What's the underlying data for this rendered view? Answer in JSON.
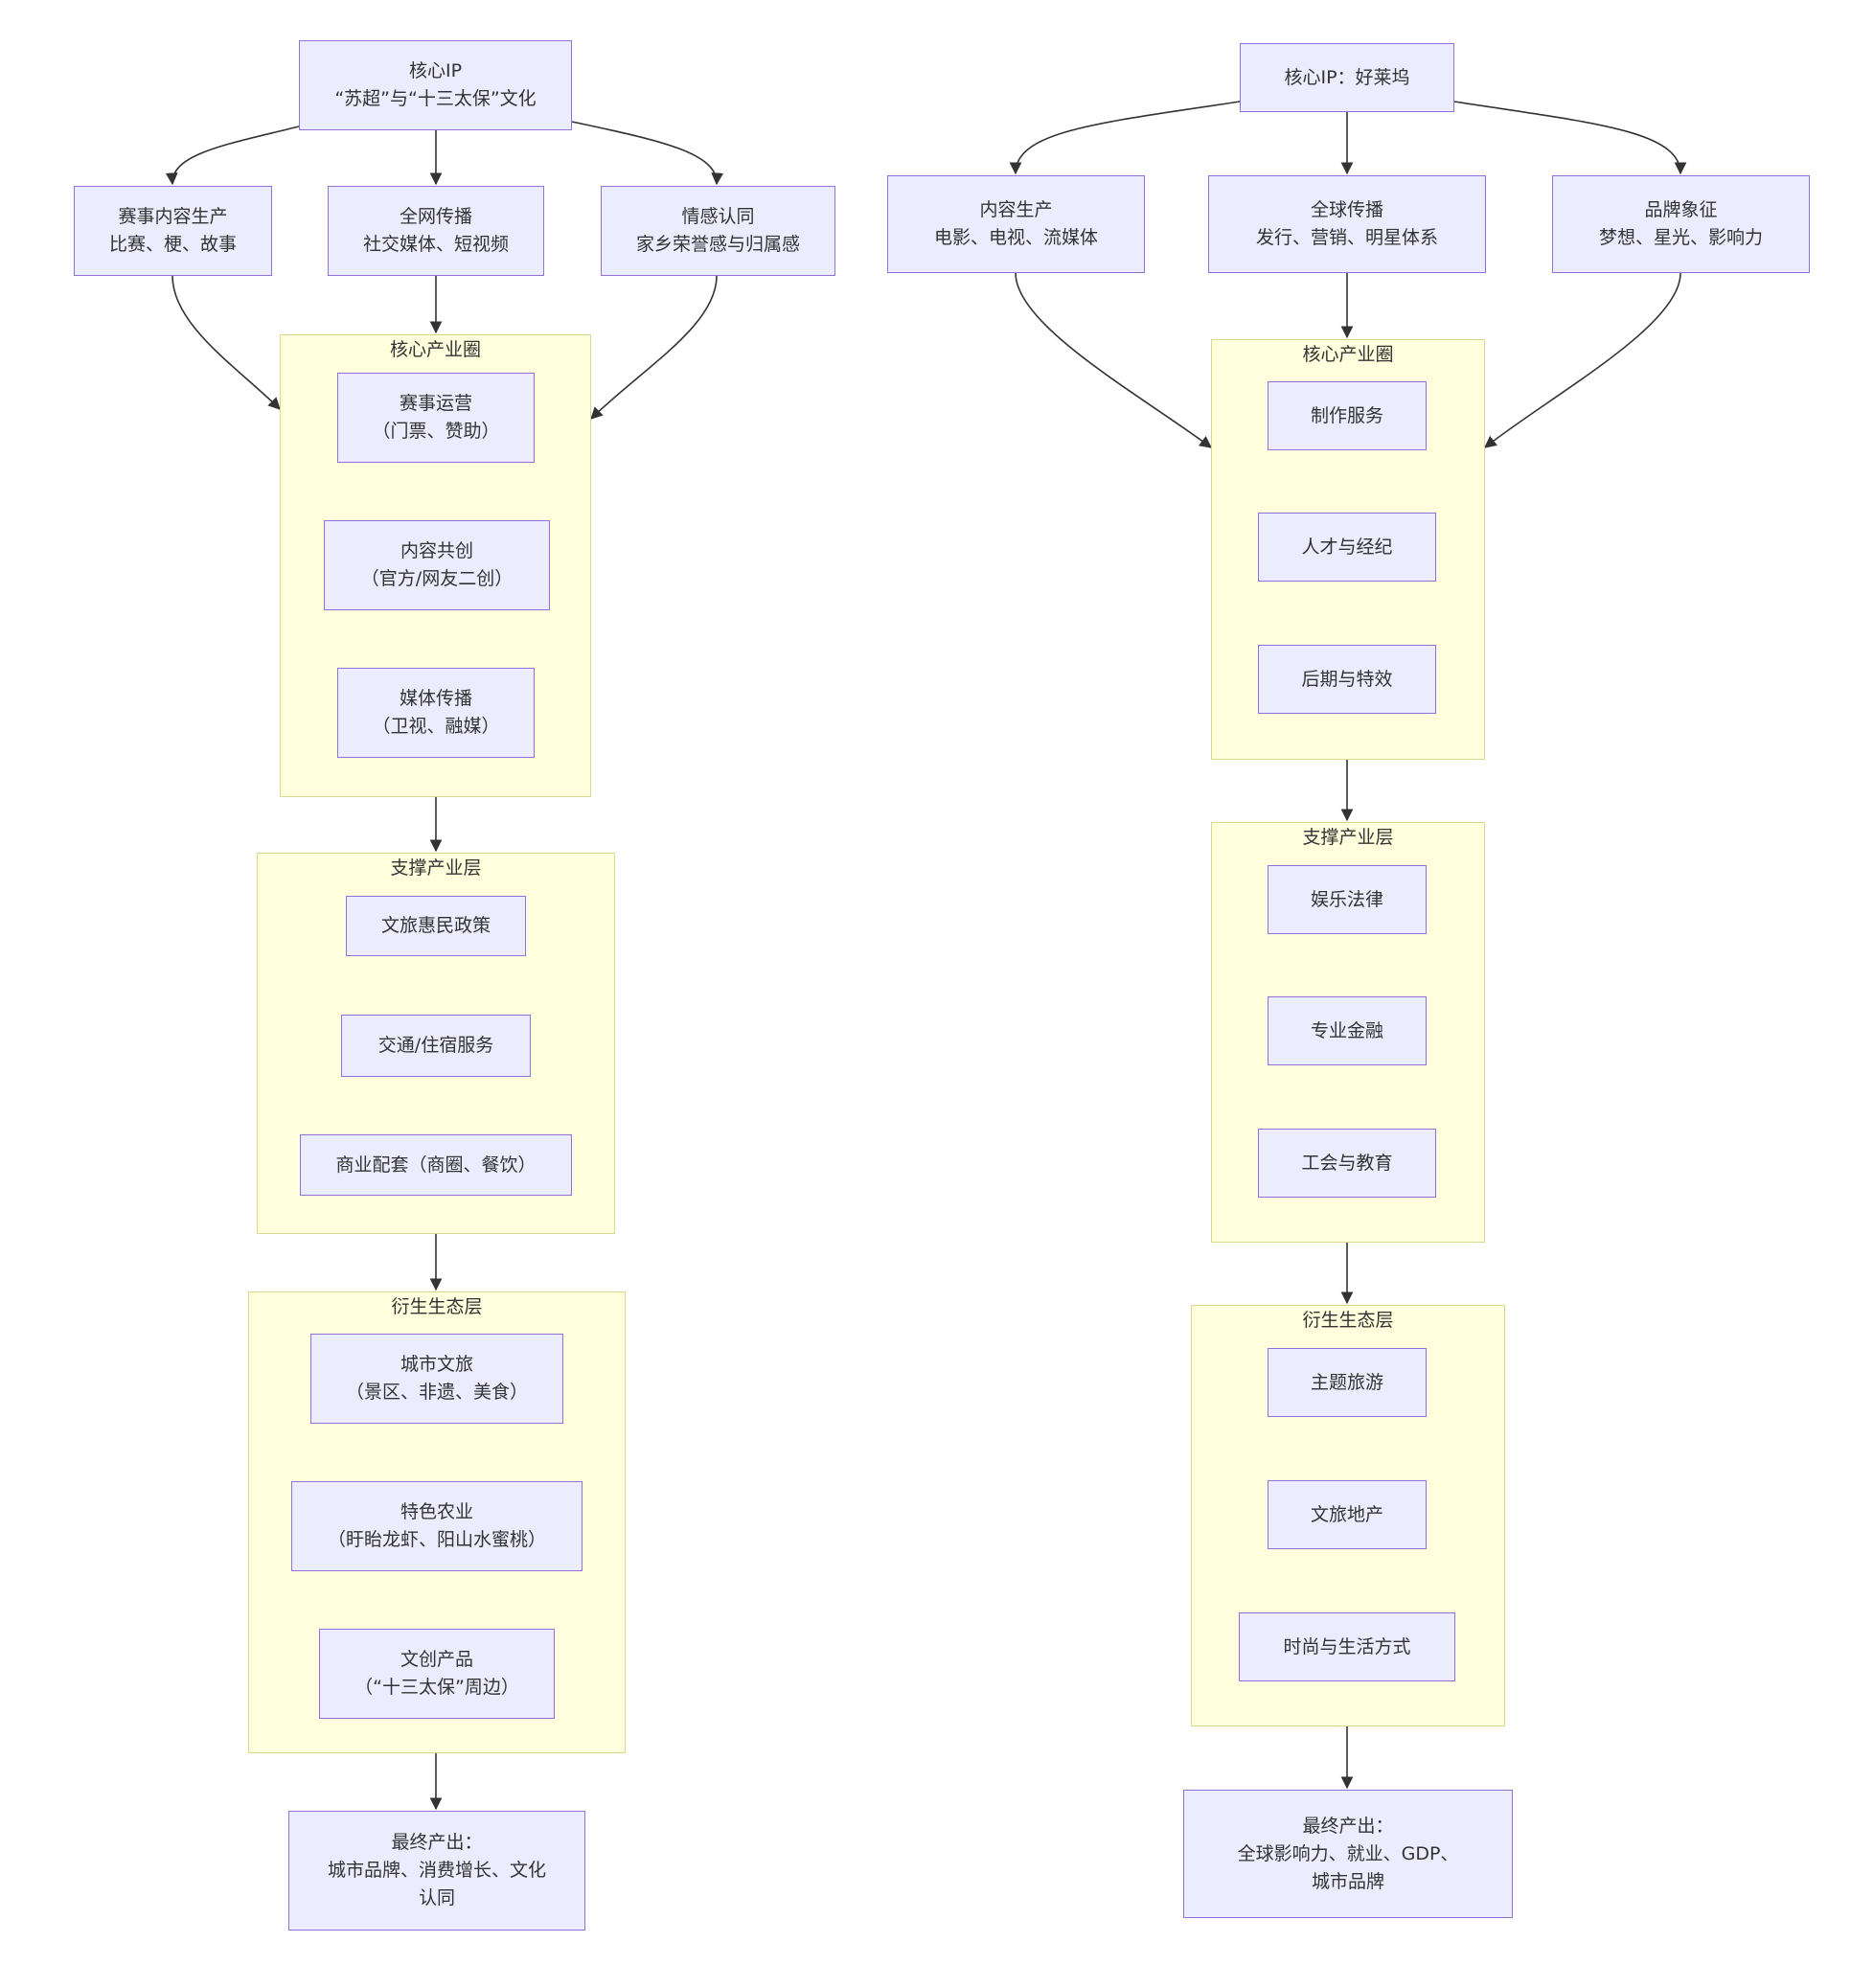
{
  "left": {
    "ip": [
      "核心IP",
      "“苏超”与“十三太保”文化"
    ],
    "branches": {
      "content": [
        "赛事内容生产",
        "比赛、梗、故事"
      ],
      "spread": [
        "全网传播",
        "社交媒体、短视频"
      ],
      "emotion": [
        "情感认同",
        "家乡荣誉感与归属感"
      ]
    },
    "core": {
      "title": "核心产业圈",
      "items": [
        [
          "赛事运营",
          "（门票、赞助）"
        ],
        [
          "内容共创",
          "（官方/网友二创）"
        ],
        [
          "媒体传播",
          "（卫视、融媒）"
        ]
      ]
    },
    "support": {
      "title": "支撑产业层",
      "items": [
        [
          "文旅惠民政策"
        ],
        [
          "交通/住宿服务"
        ],
        [
          "商业配套（商圈、餐饮）"
        ]
      ]
    },
    "derived": {
      "title": "衍生生态层",
      "items": [
        [
          "城市文旅",
          "（景区、非遗、美食）"
        ],
        [
          "特色农业",
          "（盱眙龙虾、阳山水蜜桃）"
        ],
        [
          "文创产品",
          "（“十三太保”周边）"
        ]
      ]
    },
    "output": [
      "最终产出：",
      "城市品牌、消费增长、文化",
      "认同"
    ]
  },
  "right": {
    "ip": [
      "核心IP：好莱坞"
    ],
    "branches": {
      "content": [
        "内容生产",
        "电影、电视、流媒体"
      ],
      "spread": [
        "全球传播",
        "发行、营销、明星体系"
      ],
      "brand": [
        "品牌象征",
        "梦想、星光、影响力"
      ]
    },
    "core": {
      "title": "核心产业圈",
      "items": [
        [
          "制作服务"
        ],
        [
          "人才与经纪"
        ],
        [
          "后期与特效"
        ]
      ]
    },
    "support": {
      "title": "支撑产业层",
      "items": [
        [
          "娱乐法律"
        ],
        [
          "专业金融"
        ],
        [
          "工会与教育"
        ]
      ]
    },
    "derived": {
      "title": "衍生生态层",
      "items": [
        [
          "主题旅游"
        ],
        [
          "文旅地产"
        ],
        [
          "时尚与生活方式"
        ]
      ]
    },
    "output": [
      "最终产出：",
      "全球影响力、就业、GDP、",
      "城市品牌"
    ]
  },
  "colors": {
    "node_fill": "#ececff",
    "node_border": "#9370db",
    "group_fill": "#ffffde",
    "group_border": "#d9d88f",
    "edge": "#333333"
  }
}
